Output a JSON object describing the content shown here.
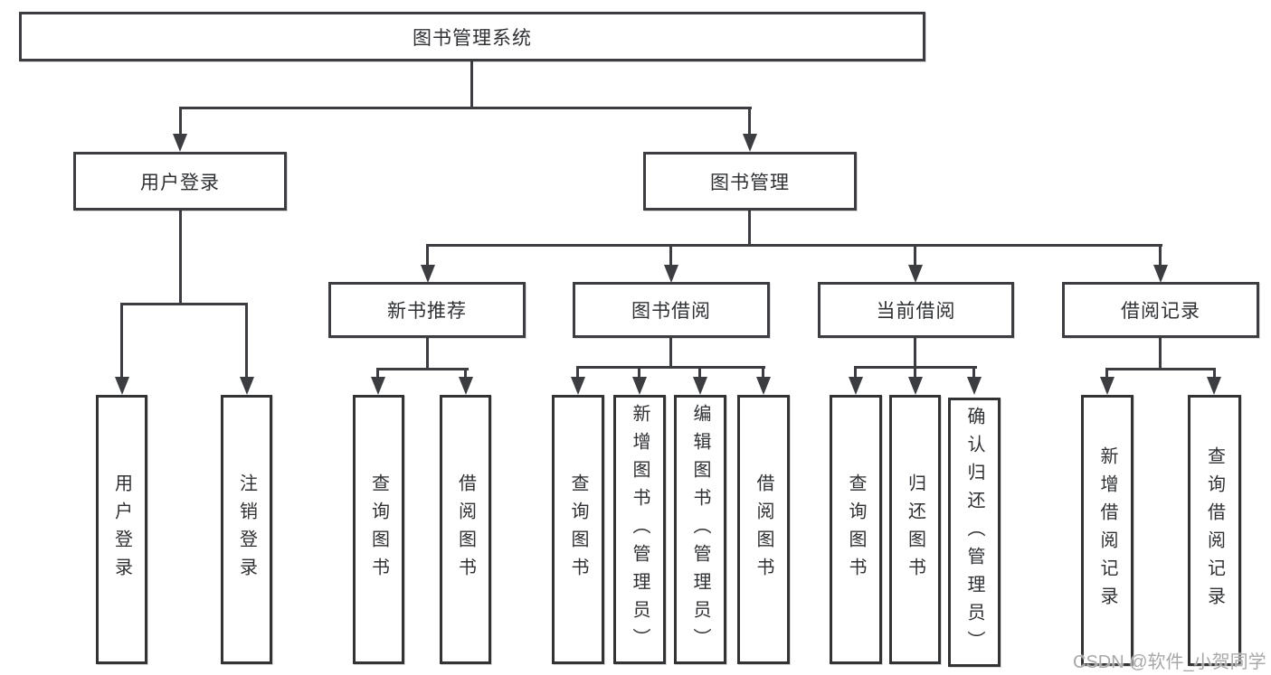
{
  "page": {
    "background_color": "#ffffff",
    "line_color": "#3b3d40",
    "text_color": "#2e3033",
    "watermark": {
      "text": "CSDN @软件_小贺同学",
      "color": "#a8a8a8"
    }
  },
  "tree": {
    "root": {
      "label": "图书管理系统"
    },
    "branches": [
      {
        "label": "用户登录",
        "children": [
          {
            "label": "用户登录"
          },
          {
            "label": "注销登录"
          }
        ]
      },
      {
        "label": "图书管理",
        "children": [
          {
            "label": "新书推荐",
            "children": [
              {
                "label": "查询图书"
              },
              {
                "label": "借阅图书"
              }
            ]
          },
          {
            "label": "图书借阅",
            "children": [
              {
                "label": "查询图书"
              },
              {
                "label": "新增图书（管理员）"
              },
              {
                "label": "编辑图书（管理员）"
              },
              {
                "label": "借阅图书"
              }
            ]
          },
          {
            "label": "当前借阅",
            "children": [
              {
                "label": "查询图书"
              },
              {
                "label": "归还图书"
              },
              {
                "label": "确认归还（管理员）"
              }
            ]
          },
          {
            "label": "借阅记录",
            "children": [
              {
                "label": "新增借阅记录"
              },
              {
                "label": "查询借阅记录"
              }
            ]
          }
        ]
      }
    ]
  }
}
